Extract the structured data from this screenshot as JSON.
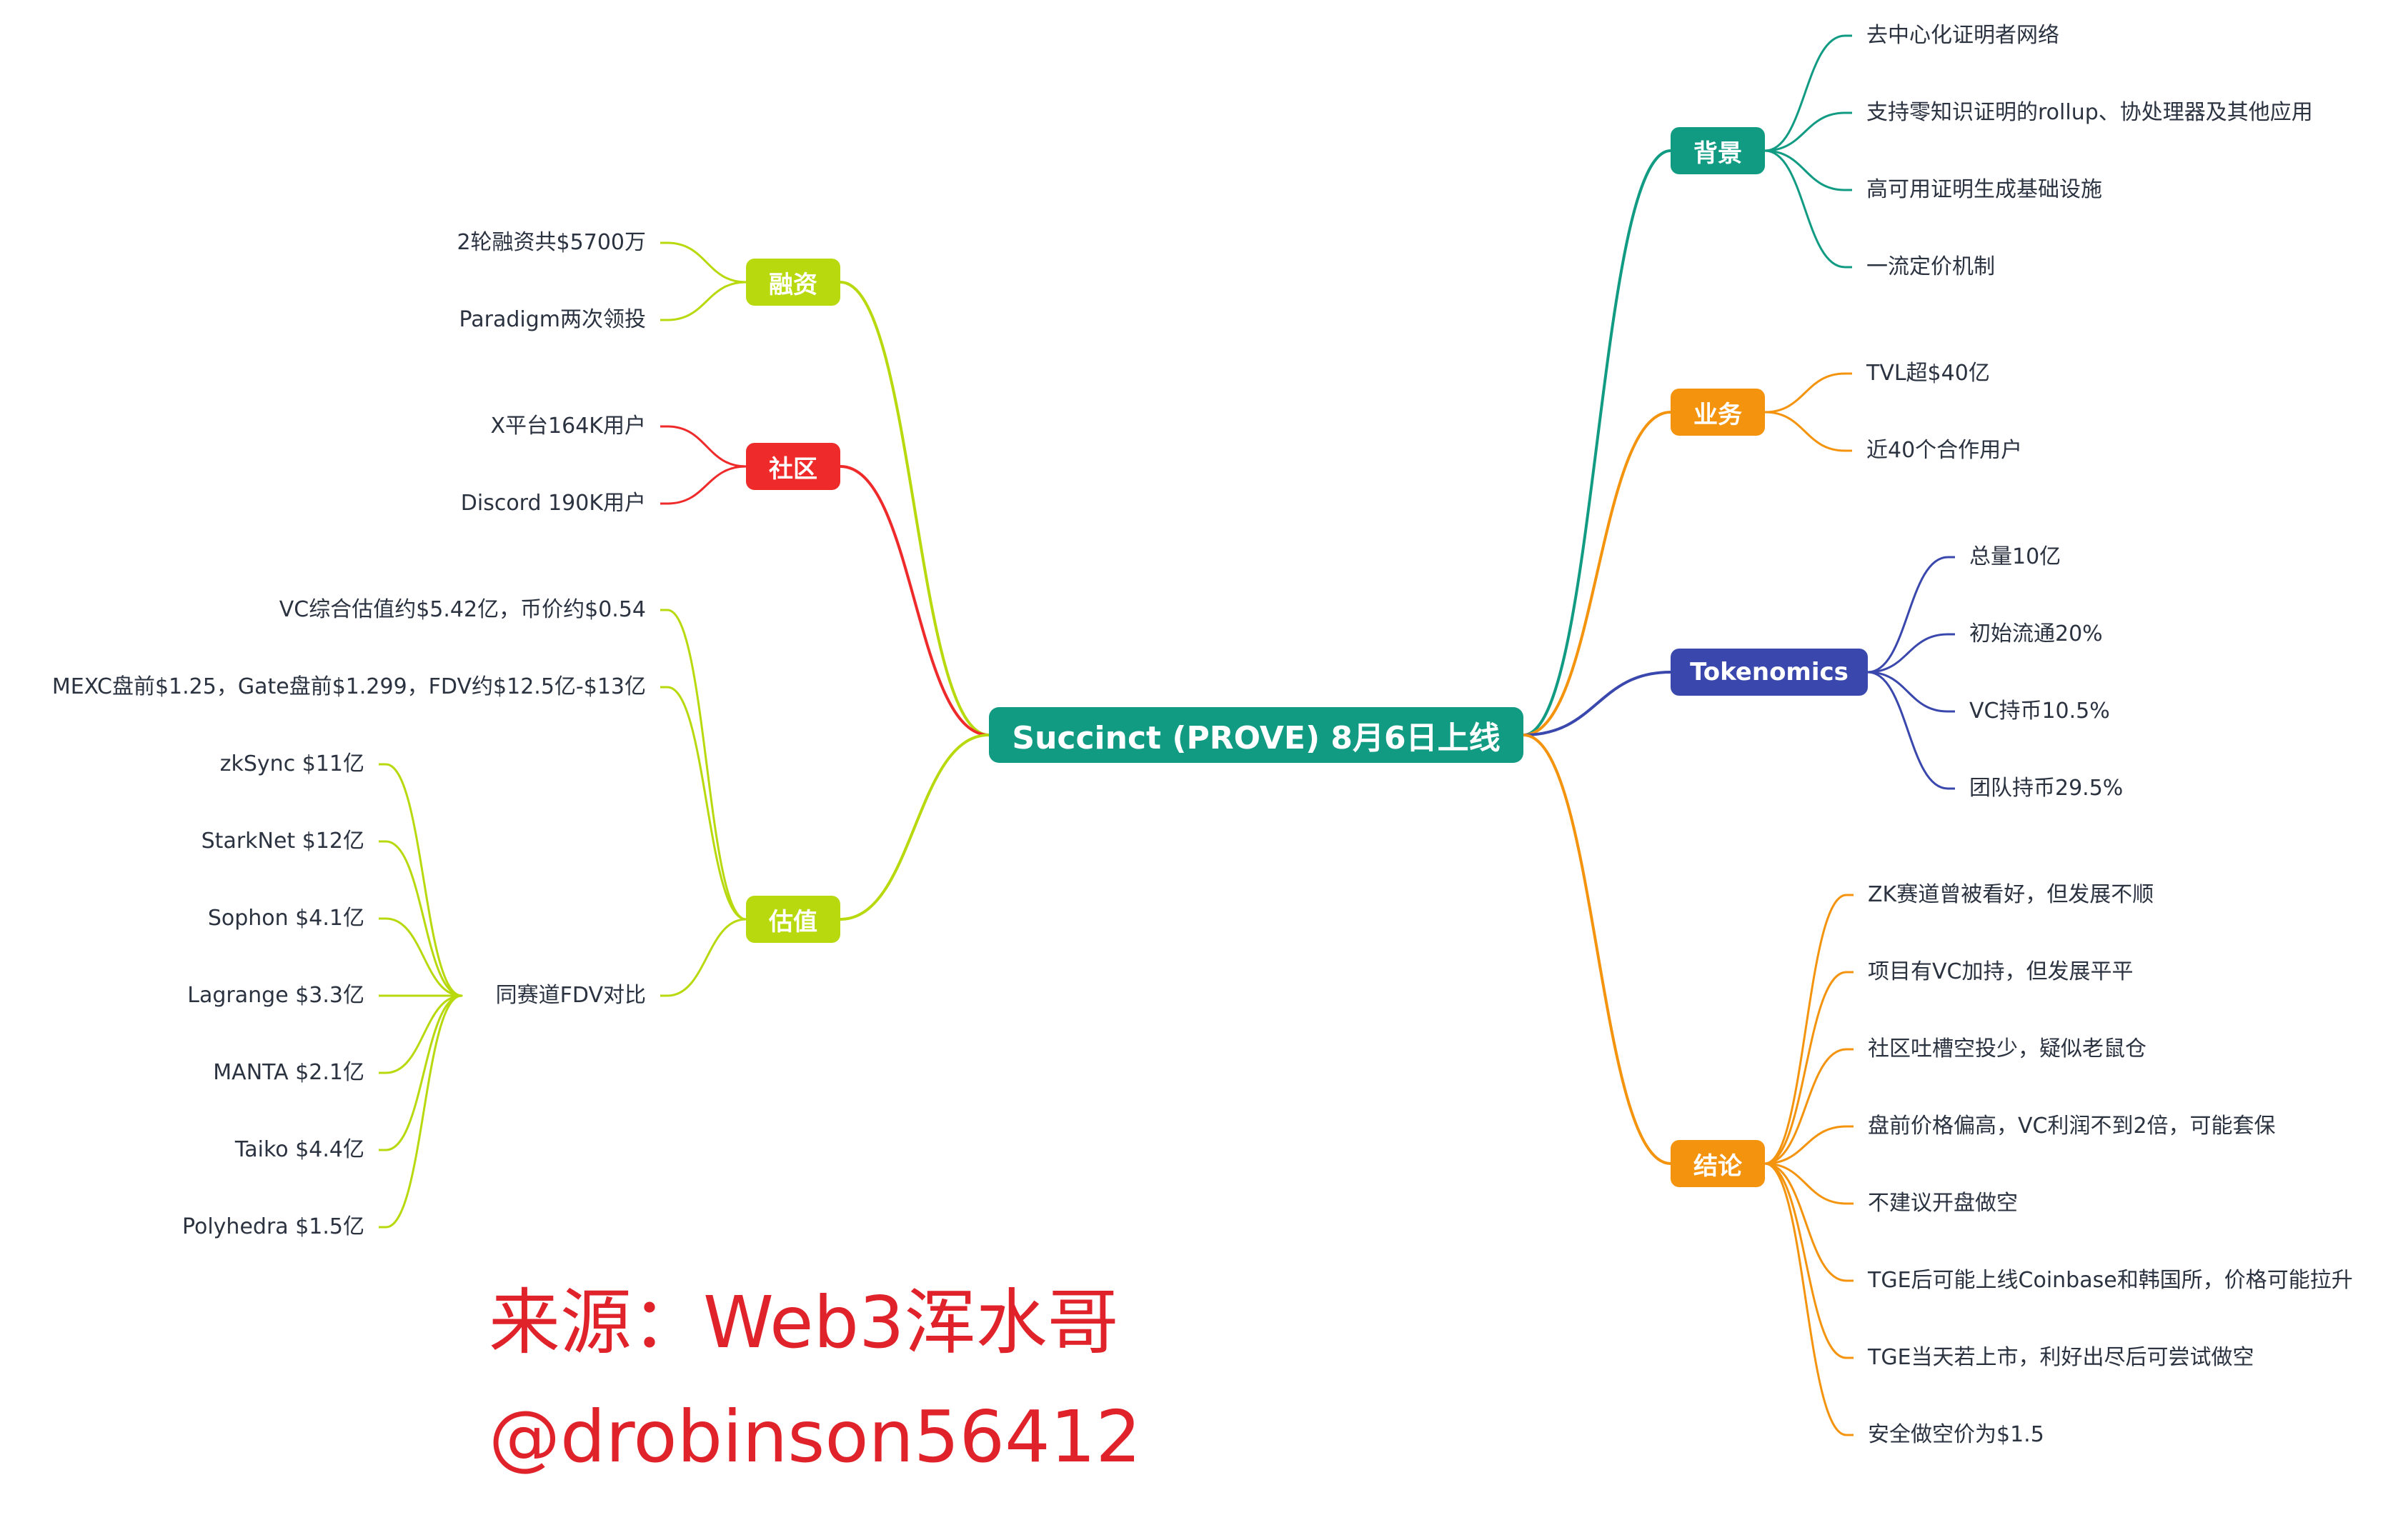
{
  "root": "Succinct (PROVE) 8月6日上线",
  "branches": {
    "background": {
      "label": "背景",
      "color": "#129b83",
      "items": [
        "去中心化证明者网络",
        "支持零知识证明的rollup、协处理器及其他应用",
        "高可用证明生成基础设施",
        "一流定价机制"
      ]
    },
    "business": {
      "label": "业务",
      "color": "#f4940e",
      "items": [
        "TVL超$40亿",
        "近40个合作用户"
      ]
    },
    "tokenomics": {
      "label": "Tokenomics",
      "color": "#3a48ad",
      "items": [
        "总量10亿",
        "初始流通20%",
        "VC持币10.5%",
        "团队持币29.5%"
      ]
    },
    "conclusion": {
      "label": "结论",
      "color": "#f4940e",
      "items": [
        "ZK赛道曾被看好，但发展不顺",
        "项目有VC加持，但发展平平",
        "社区吐槽空投少，疑似老鼠仓",
        "盘前价格偏高，VC利润不到2倍，可能套保",
        "不建议开盘做空",
        "TGE后可能上线Coinbase和韩国所，价格可能拉升",
        "TGE当天若上市，利好出尽后可尝试做空",
        "安全做空价为$1.5"
      ]
    },
    "funding": {
      "label": "融资",
      "color": "#b7d90e",
      "items": [
        "2轮融资共$5700万",
        "Paradigm两次领投"
      ]
    },
    "community": {
      "label": "社区",
      "color": "#ee2a2a",
      "items": [
        "X平台164K用户",
        "Discord 190K用户"
      ]
    },
    "valuation": {
      "label": "估值",
      "color": "#b7d90e",
      "items": [
        "VC综合估值约$5.42亿，币价约$0.54",
        "MEXC盘前$1.25，Gate盘前$1.299，FDV约$12.5亿-$13亿",
        "同赛道FDV对比"
      ]
    },
    "peers": {
      "items": [
        "zkSync $11亿",
        "StarkNet $12亿",
        "Sophon $4.1亿",
        "Lagrange $3.3亿",
        "MANTA $2.1亿",
        "Taiko $4.4亿",
        "Polyhedra $1.5亿"
      ]
    }
  },
  "root_color": "#129b83",
  "source": {
    "line1": "来源：Web3浑水哥",
    "line2": "@drobinson56412"
  }
}
